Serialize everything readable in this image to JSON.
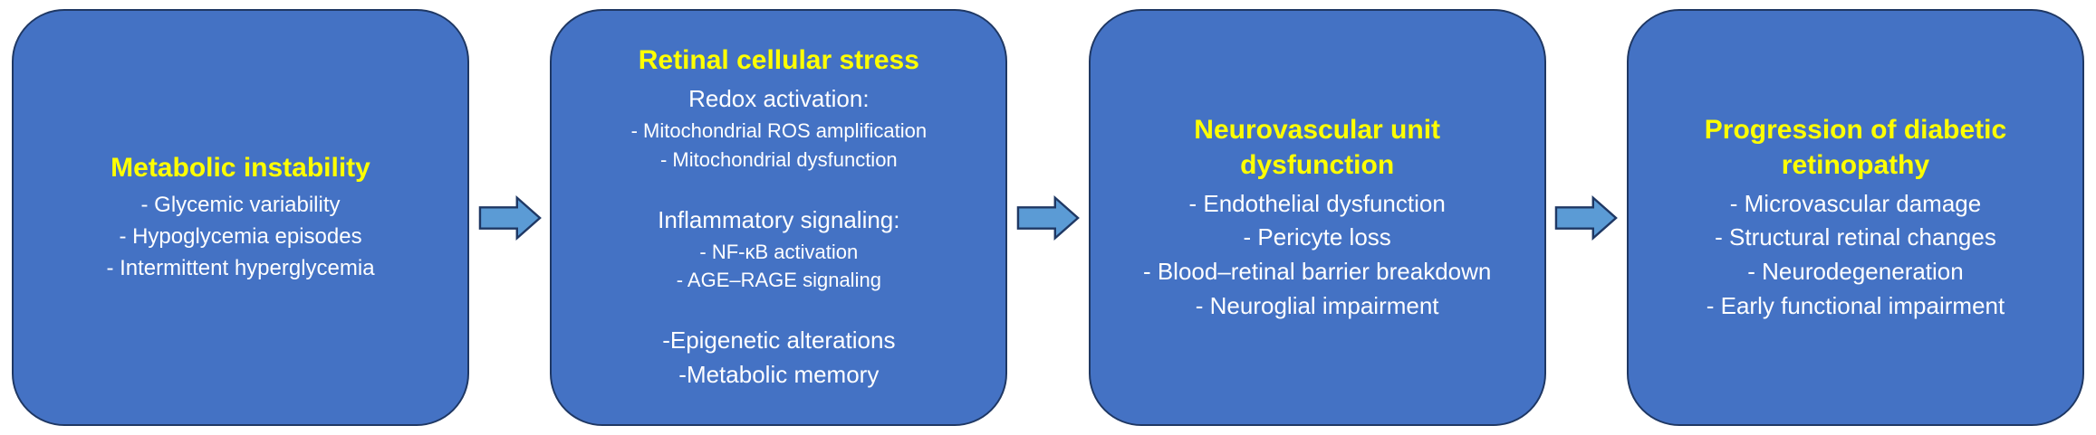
{
  "diagram": {
    "colors": {
      "bg": "#ffffff",
      "node-fill": "#4472c4",
      "node-border": "#1f3864",
      "arrow-fill": "#5b9bd5",
      "arrow-border": "#1f3864",
      "title-color": "#ffff00",
      "body-color": "#ffffff"
    },
    "boxes": [
      {
        "title": "Metabolic instability",
        "lines": [
          "- Glycemic variability",
          "- Hypoglycemia episodes",
          "- Intermittent hyperglycemia"
        ]
      },
      {
        "title": "Retinal cellular stress",
        "groups": [
          {
            "heading": "Redox activation:",
            "items": [
              "- Mitochondrial ROS amplification",
              "- Mitochondrial dysfunction"
            ]
          },
          {
            "heading": "Inflammatory signaling:",
            "items": [
              "- NF-κB activation",
              "- AGE–RAGE signaling"
            ]
          },
          {
            "lines": [
              "-Epigenetic alterations",
              "-Metabolic memory"
            ]
          }
        ]
      },
      {
        "title": "Neurovascular unit dysfunction",
        "lines": [
          "- Endothelial dysfunction",
          "- Pericyte loss",
          "- Blood–retinal barrier breakdown",
          "- Neuroglial impairment"
        ]
      },
      {
        "title": "Progression of diabetic retinopathy",
        "lines": [
          "- Microvascular damage",
          "- Structural retinal changes",
          "- Neurodegeneration",
          "- Early functional impairment"
        ]
      }
    ],
    "arrow_icon": "right-block-arrow"
  }
}
